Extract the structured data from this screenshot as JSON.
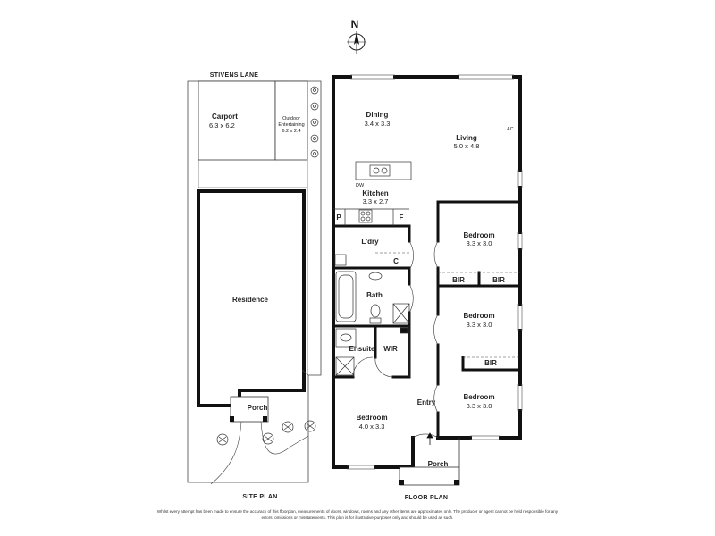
{
  "north": {
    "label": "N"
  },
  "site_plan": {
    "street_label": "STIVENS LANE",
    "carport": {
      "name": "Carport",
      "size": "6.3 x 6.2"
    },
    "outdoor": {
      "name_line1": "Outdoor",
      "name_line2": "Entertaining",
      "size": "6.2 x 2.4"
    },
    "residence": "Residence",
    "porch": "Porch",
    "caption": "SITE PLAN"
  },
  "floor_plan": {
    "dining": {
      "name": "Dining",
      "size": "3.4 x 3.3"
    },
    "living": {
      "name": "Living",
      "size": "5.0 x 4.8"
    },
    "ac": "AC",
    "dw": "DW",
    "kitchen": {
      "name": "Kitchen",
      "size": "3.3 x 2.7"
    },
    "pantry": "P",
    "fridge": "F",
    "laundry": "L'dry",
    "cupboard": "C",
    "bath": "Bath",
    "ensuite": "Ensuite",
    "wir": "WIR",
    "bedroom_main": {
      "name": "Bedroom",
      "size": "4.0 x 3.3"
    },
    "bedroom_1": {
      "name": "Bedroom",
      "size": "3.3 x 3.0"
    },
    "bedroom_2": {
      "name": "Bedroom",
      "size": "3.3 x 3.0"
    },
    "bedroom_3": {
      "name": "Bedroom",
      "size": "3.3 x 3.0"
    },
    "bir_a": "BIR",
    "bir_b": "BIR",
    "bir_c": "BIR",
    "entry": "Entry",
    "porch": "Porch",
    "caption": "FLOOR PLAN"
  },
  "disclaimer": "Whilst every attempt has been made to ensure the accuracy of this floorplan, measurements of doors, windows, rooms and any other items are approximates only. The producer or agent cannot be held responsible for any errors, omissions or misstatements. This plan is for illustrative purposes only and should be used as such."
}
